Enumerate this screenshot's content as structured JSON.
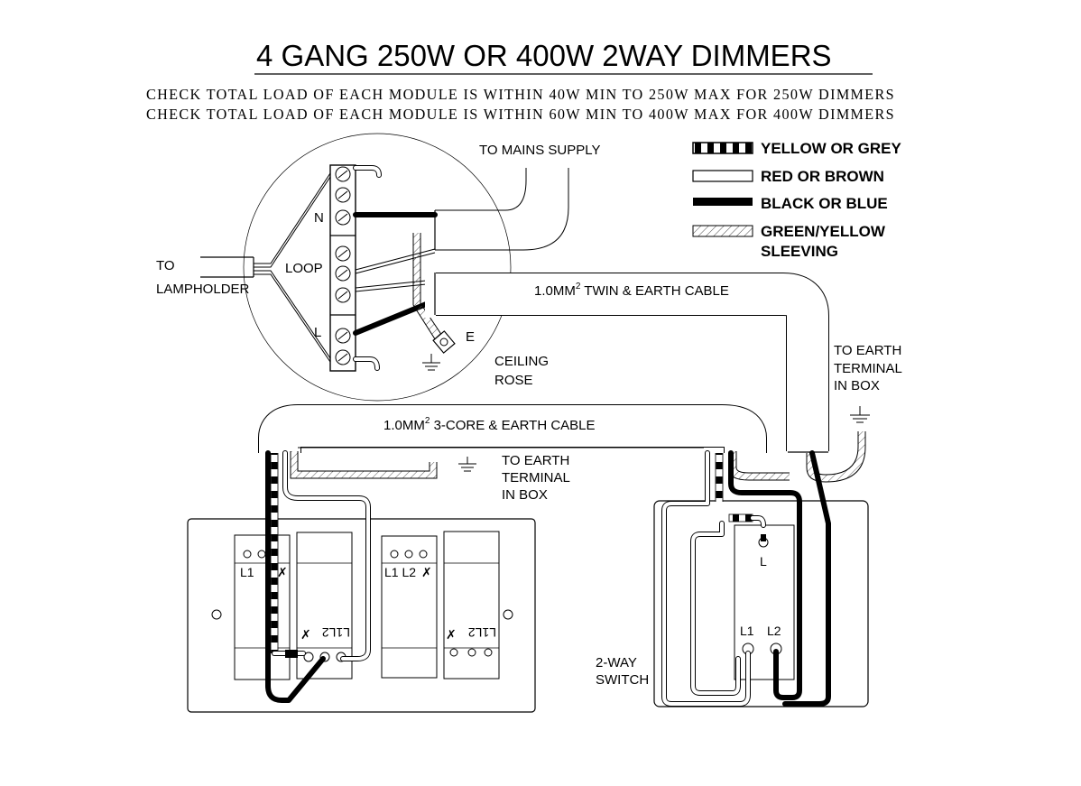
{
  "title": "4 GANG 250W OR 400W 2WAY DIMMERS",
  "subtitle_lines": [
    "CHECK TOTAL LOAD OF EACH MODULE IS WITHIN 40W MIN TO 250W MAX FOR 250W DIMMERS",
    "CHECK TOTAL LOAD OF EACH MODULE IS WITHIN 60W MIN TO 400W MAX FOR 400W DIMMERS"
  ],
  "legend": [
    {
      "label": "YELLOW OR GREY",
      "style": "striped"
    },
    {
      "label": "RED OR BROWN",
      "style": "hollow"
    },
    {
      "label": "BLACK OR BLUE",
      "style": "solid"
    },
    {
      "label": "GREEN/YELLOW",
      "label2": "SLEEVING",
      "style": "hatched"
    }
  ],
  "labels": {
    "mains_supply": "TO MAINS SUPPLY",
    "to": "TO",
    "lampholder": "LAMPHOLDER",
    "loop": "LOOP",
    "neutral": "N",
    "live": "L",
    "earth": "E",
    "ceiling_rose_1": "CEILING",
    "ceiling_rose_2": "ROSE",
    "twin_cable": "1.0MM",
    "twin_cable_rest": " TWIN & EARTH CABLE",
    "three_core_cable": "1.0MM",
    "three_core_cable_rest": " 3-CORE & EARTH CABLE",
    "superscript": "2",
    "earth_terminal_right_1": "TO EARTH",
    "earth_terminal_right_2": "TERMINAL",
    "earth_terminal_right_3": "IN BOX",
    "earth_terminal_left_1": "TO EARTH",
    "earth_terminal_left_2": "TERMINAL",
    "earth_terminal_left_3": "IN BOX",
    "two_way_1": "2-WAY",
    "two_way_2": "SWITCH",
    "dimmer_l1": "L1",
    "dimmer_l1l2": "L1 L2",
    "dimmer_l1l2_flipped": "L1L2",
    "switch_l": "L",
    "switch_l1": "L1",
    "switch_l2": "L2",
    "cut_symbol": "✗"
  },
  "colors": {
    "ink": "#000000",
    "background": "#ffffff",
    "hatch": "#555555"
  }
}
